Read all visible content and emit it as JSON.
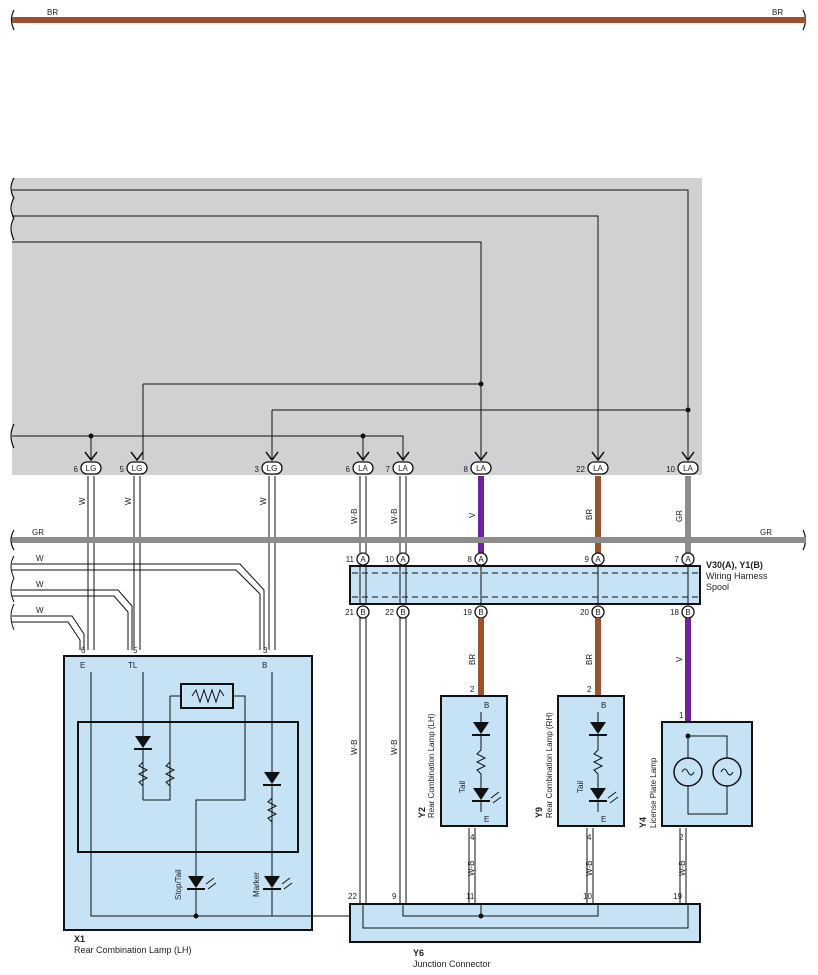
{
  "colors": {
    "background": "#ffffff",
    "shaded_area": "#d0d1d3",
    "component_fill": "#c6e3f6",
    "wire_br": "#9a5230",
    "wire_v": "#6e239a",
    "wire_gr": "#8c8c8c",
    "line": "#111111"
  },
  "top_bus": {
    "left_label": "BR",
    "right_label": "BR"
  },
  "gr_bus": {
    "left_label": "GR",
    "right_label": "GR"
  },
  "left_wires": [
    "W",
    "W",
    "W"
  ],
  "connectors_upper": [
    {
      "pin": "6",
      "code": "LG",
      "wire": "W"
    },
    {
      "pin": "5",
      "code": "LG",
      "wire": "W"
    },
    {
      "pin": "3",
      "code": "LG",
      "wire": "W"
    },
    {
      "pin": "6",
      "code": "LA",
      "wire": "W-B"
    },
    {
      "pin": "7",
      "code": "LA",
      "wire": "W-B"
    },
    {
      "pin": "8",
      "code": "LA",
      "wire": "V"
    },
    {
      "pin": "22",
      "code": "LA",
      "wire": "BR"
    },
    {
      "pin": "10",
      "code": "LA",
      "wire": "GR"
    }
  ],
  "spool": {
    "id": "V30(A), Y1(B)",
    "name_line1": "Wiring Harness",
    "name_line2": "Spool",
    "top_pins": [
      {
        "pin": "11",
        "code": "A"
      },
      {
        "pin": "10",
        "code": "A"
      },
      {
        "pin": "8",
        "code": "A"
      },
      {
        "pin": "9",
        "code": "A"
      },
      {
        "pin": "7",
        "code": "A"
      }
    ],
    "bottom_pins": [
      {
        "pin": "21",
        "code": "B"
      },
      {
        "pin": "22",
        "code": "B"
      },
      {
        "pin": "19",
        "code": "B"
      },
      {
        "pin": "20",
        "code": "B"
      },
      {
        "pin": "18",
        "code": "B"
      }
    ]
  },
  "lower_wires": {
    "wb1": "W-B",
    "wb2": "W-B",
    "br1": "BR",
    "br2": "BR",
    "v": "V",
    "wb3": "W-B",
    "wb4": "W-B",
    "wb5": "W-B"
  },
  "x1": {
    "id": "X1",
    "name": "Rear Combination Lamp (LH)",
    "pins": [
      "6",
      "5",
      "3"
    ],
    "terminals": [
      "E",
      "TL",
      "B"
    ],
    "stop_tail_label": "Stop/Tail",
    "marker_label": "Marker"
  },
  "y2": {
    "id": "Y2",
    "name": "Rear Combination Lamp (LH)",
    "pin_top": "2",
    "terminal_top": "B",
    "pin_bottom": "4",
    "terminal_bottom": "E",
    "tail_label": "Tail"
  },
  "y9": {
    "id": "Y9",
    "name": "Rear Combination Lamp (RH)",
    "pin_top": "2",
    "terminal_top": "B",
    "pin_bottom": "4",
    "terminal_bottom": "E",
    "tail_label": "Tail"
  },
  "y4": {
    "id": "Y4",
    "name": "License Plate Lamp",
    "pin_top": "1",
    "pin_bottom": "2"
  },
  "y6": {
    "id": "Y6",
    "name": "Junction Connector",
    "pins": [
      "22",
      "9",
      "11",
      "10",
      "19"
    ]
  }
}
